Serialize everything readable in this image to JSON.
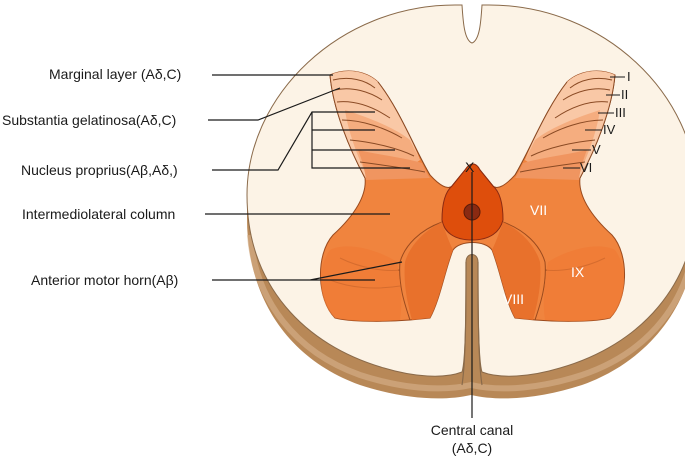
{
  "labels_left": {
    "marginal": "Marginal layer (Aδ,C)",
    "gelatinosa": "Substantia gelatinosa(Aδ,C)",
    "proprius": "Nucleus proprius(Aβ,Aδ,)",
    "intermediolateral": "Intermediolateral column",
    "anterior_motor": "Anterior motor horn(Aβ)"
  },
  "laminae": {
    "I": "I",
    "II": "II",
    "III": "III",
    "IV": "IV",
    "V": "V",
    "VI": "VI",
    "VII": "VII",
    "VIII": "VIII",
    "IX": "IX",
    "X": "X"
  },
  "central_canal": {
    "line1": "Central canal",
    "line2": "(Aδ,C)"
  },
  "colors": {
    "white_matter": "#fcf3e6",
    "cut_edge": "#b88857",
    "dorsal_light": "#f9c8a6",
    "dorsal_mid": "#f5ad7f",
    "dorsal_deep": "#f09560",
    "gray_matter": "#f0843e",
    "gray_matter_dark": "#e76f2a",
    "lamina_x": "#de4e0c",
    "canal": "#8a2a12"
  }
}
